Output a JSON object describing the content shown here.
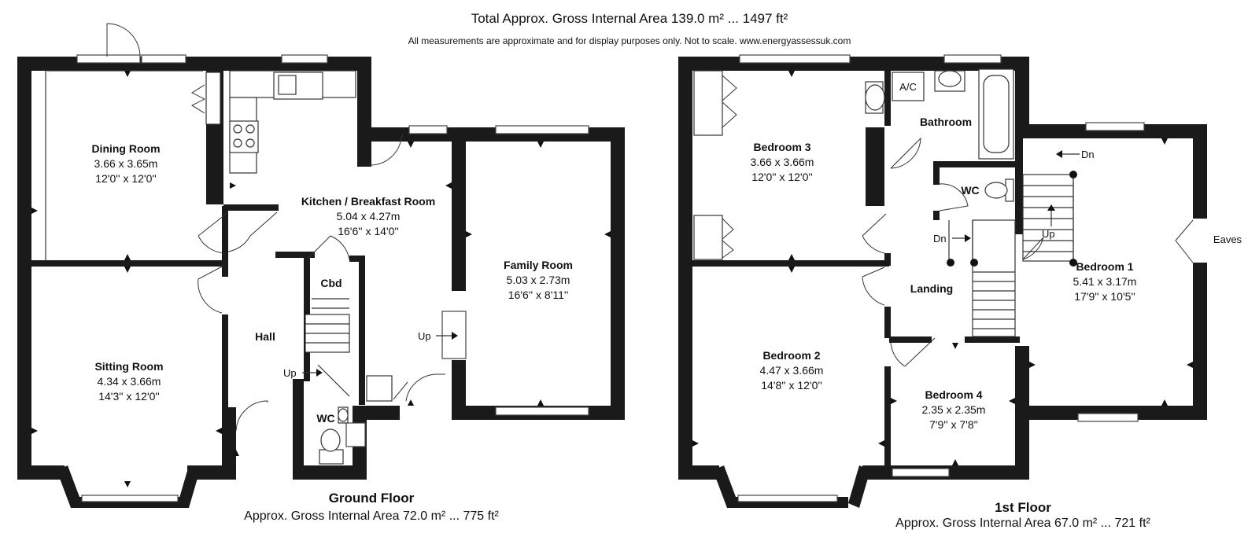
{
  "header": {
    "title": "Total Approx. Gross Internal Area 139.0 m² ... 1497 ft²",
    "note": "All measurements are approximate and for display purposes only. Not to scale. www.energyassessuk.com"
  },
  "ground_floor": {
    "title": "Ground Floor",
    "area": "Approx. Gross Internal Area 72.0 m² ... 775 ft²",
    "rooms": {
      "dining": {
        "name": "Dining Room",
        "metric": "3.66 x 3.65m",
        "imperial": "12'0'' x 12'0''"
      },
      "kitchen": {
        "name": "Kitchen / Breakfast Room",
        "metric": "5.04 x 4.27m",
        "imperial": "16'6'' x 14'0''"
      },
      "family": {
        "name": "Family Room",
        "metric": "5.03 x 2.73m",
        "imperial": "16'6'' x 8'11''"
      },
      "sitting": {
        "name": "Sitting Room",
        "metric": "4.34 x 3.66m",
        "imperial": "14'3'' x 12'0''"
      },
      "hall": {
        "name": "Hall"
      },
      "cbd": {
        "name": "Cbd"
      },
      "wc": {
        "name": "WC"
      }
    },
    "labels": {
      "up_stairs": "Up",
      "up_family": "Up"
    }
  },
  "first_floor": {
    "title": "1st Floor",
    "area": "Approx. Gross Internal Area 67.0 m² ... 721 ft²",
    "rooms": {
      "bed3": {
        "name": "Bedroom 3",
        "metric": "3.66 x 3.66m",
        "imperial": "12'0'' x 12'0''"
      },
      "bath": {
        "name": "Bathroom"
      },
      "ac": {
        "name": "A/C"
      },
      "wc": {
        "name": "WC"
      },
      "bed1": {
        "name": "Bedroom 1",
        "metric": "5.41 x 3.17m",
        "imperial": "17'9'' x 10'5''"
      },
      "eaves": {
        "name": "Eaves"
      },
      "bed2": {
        "name": "Bedroom 2",
        "metric": "4.47 x 3.66m",
        "imperial": "14'8'' x 12'0''"
      },
      "landing": {
        "name": "Landing"
      },
      "bed4": {
        "name": "Bedroom 4",
        "metric": "2.35 x 2.35m",
        "imperial": "7'9'' x 7'8''"
      }
    },
    "labels": {
      "dn_top": "Dn",
      "dn_left": "Dn",
      "up": "Up"
    }
  }
}
